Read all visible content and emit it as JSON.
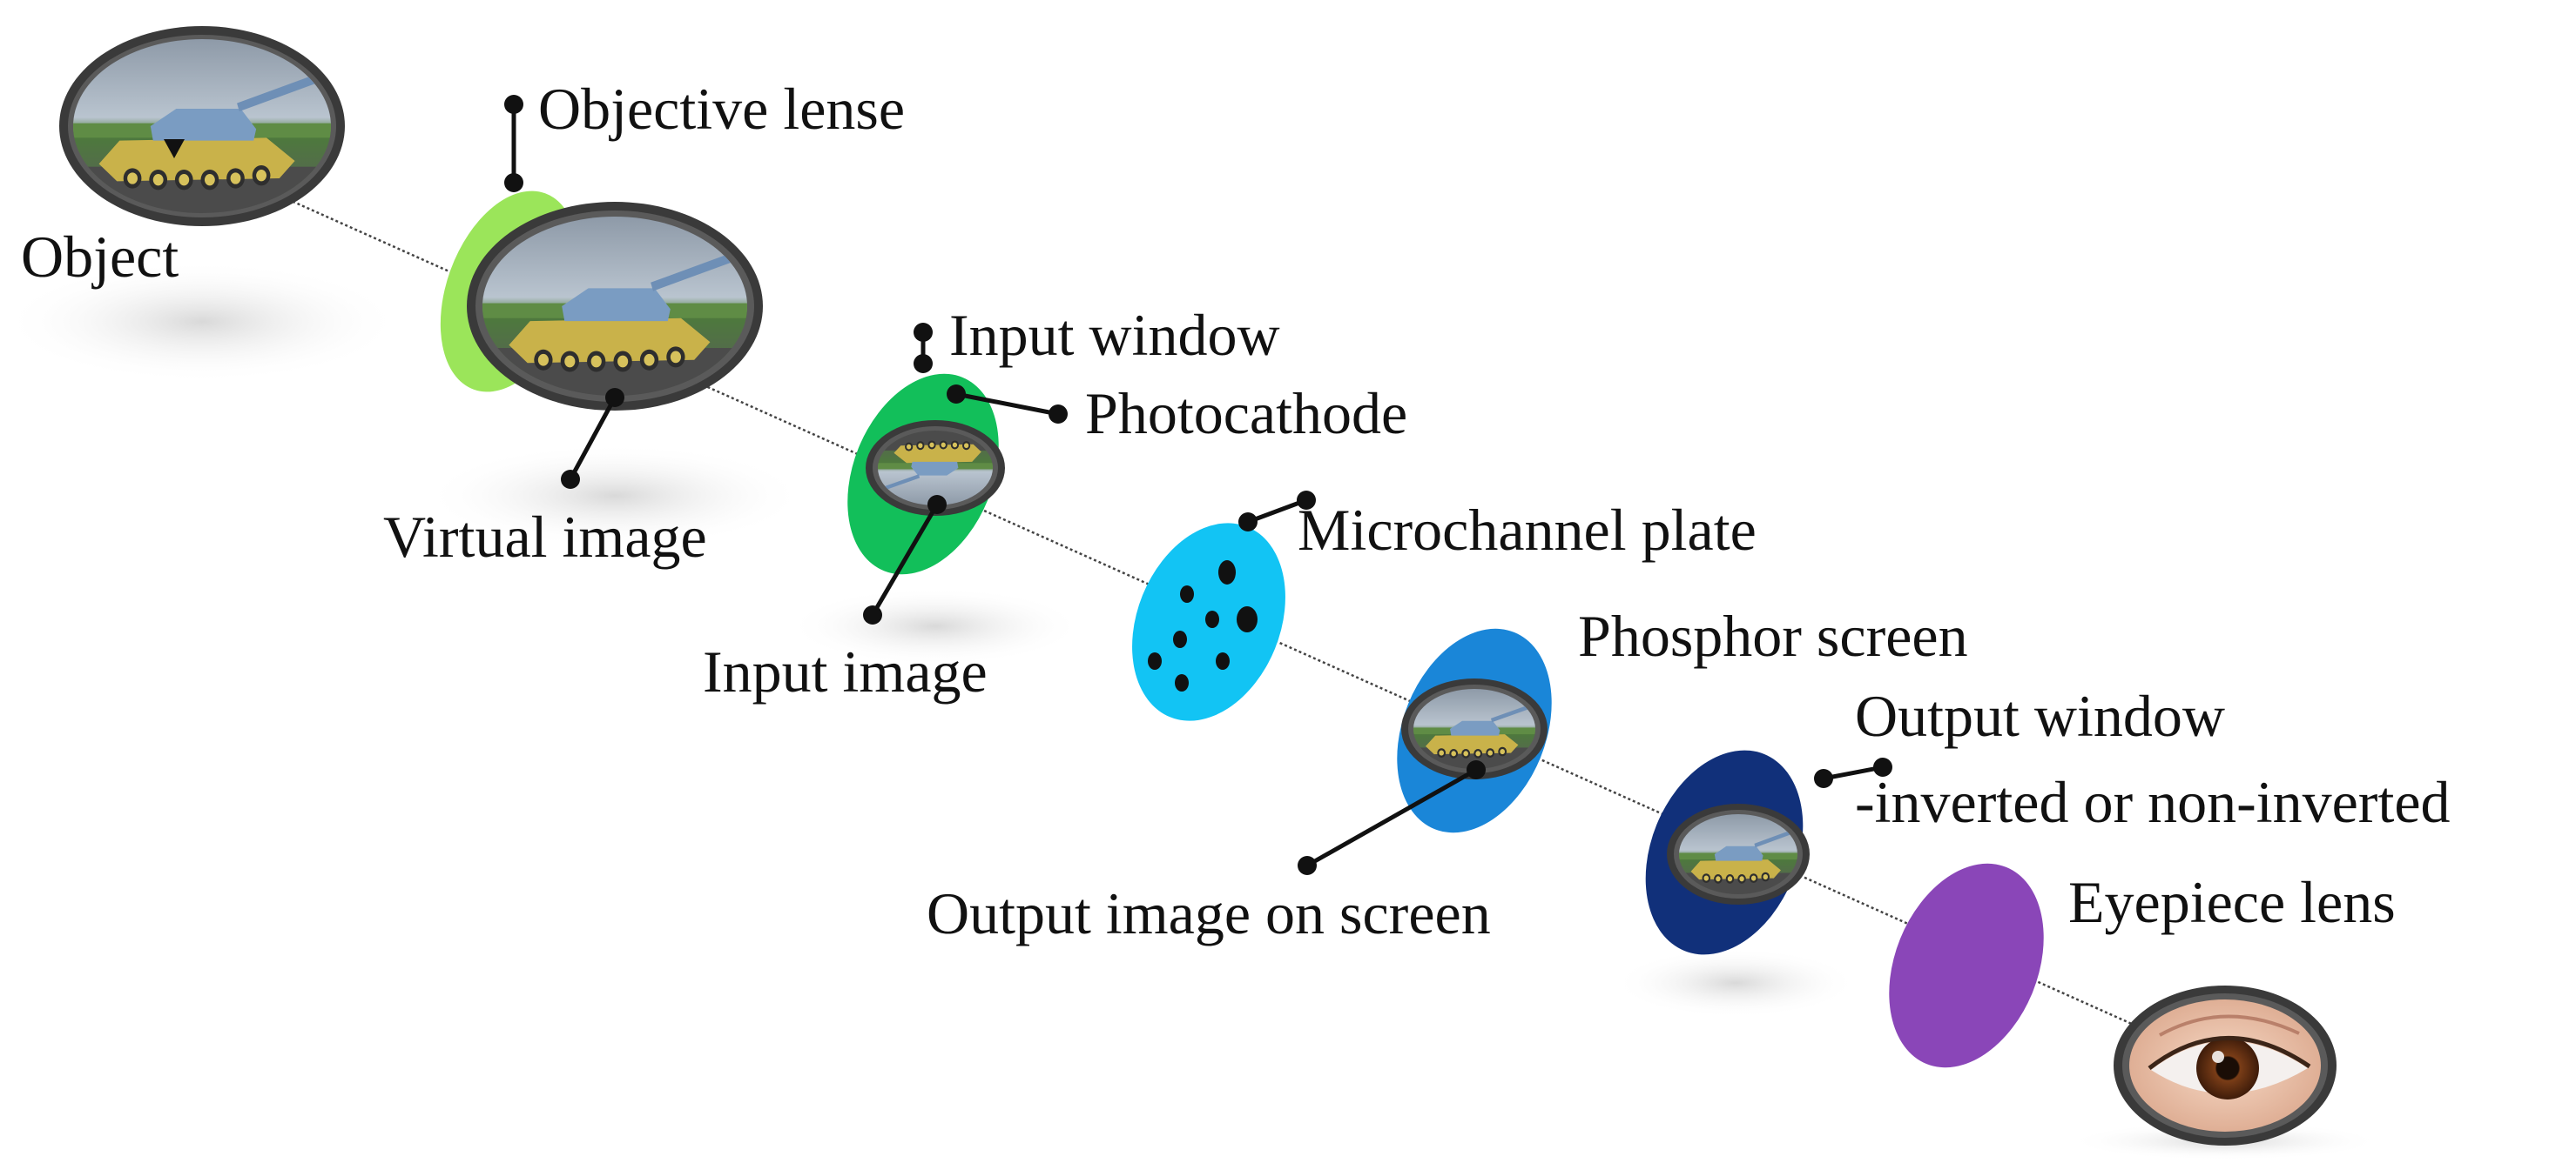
{
  "labels": {
    "object": "Object",
    "objective_lens": "Objective lense",
    "virtual_image": "Virtual image",
    "input_window": "Input window",
    "photocathode": "Photocathode",
    "input_image": "Input image",
    "microchannel_plate": "Microchannel plate",
    "phosphor_screen": "Phosphor screen",
    "output_image_on_screen": "Output image on screen",
    "output_window_line1": "Output window",
    "output_window_line2": "-inverted or non-inverted",
    "eyepiece_lens": "Eyepiece lens"
  },
  "colors": {
    "objective_lens": "#9be55a",
    "photocathode": "#12bf5a",
    "microchannel_plate": "#12c4f4",
    "phosphor_screen": "#1a86d8",
    "output_window": "#11307a",
    "eyepiece_lens": "#8a46b8",
    "image_frame": "#3a3a3a"
  },
  "icons": {
    "scene_image": "tank-image",
    "viewer": "eye-icon"
  }
}
